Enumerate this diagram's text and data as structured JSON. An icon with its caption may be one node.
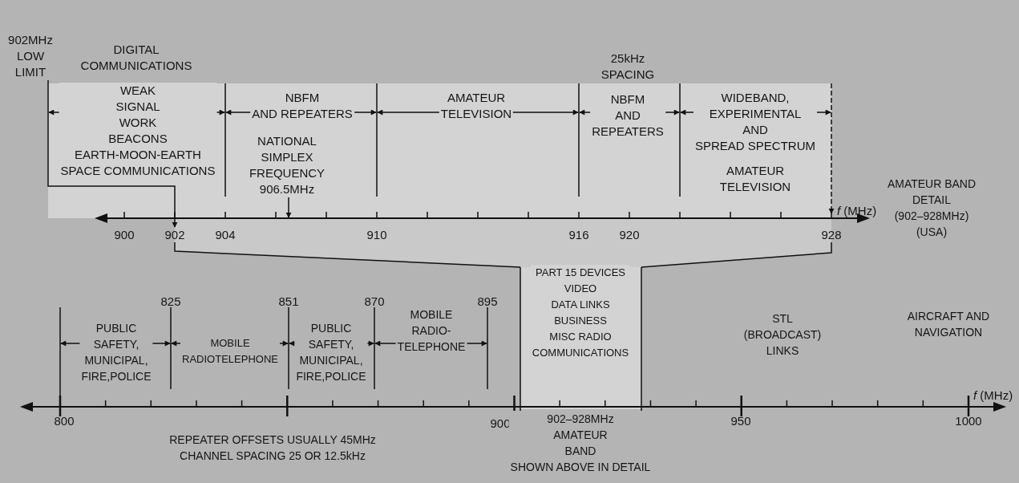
{
  "diagram": {
    "nodes": [
      {
        "text": [
          "902MHz LOW LIMIT"
        ]
      },
      {
        "text": [
          "NATIONAL SIMPLEX FREQUENCY 906.5MHz"
        ]
      },
      {
        "text": [
          "902"
        ]
      },
      {
        "text": [],
        "shape": "line"
      }
    ],
    "edges": [
      {
        "from": 0,
        "to": 2,
        "arrow": "to"
      },
      {
        "from": 1,
        "to": 3,
        "arrow": "to"
      },
      {
        "from": null,
        "to": 3,
        "arrow": "to",
        "style": "dashed"
      }
    ],
    "labels": [
      "DIGITAL COMMUNICATIONS",
      "25kHz SPACING",
      "WEAK SIGNAL WORK BEACONS EARTH-MOON-EARTH SPACE COMMUNICATIONS",
      "NBFM AND REPEATERS",
      "AMATEUR TELEVISION",
      "NBFM AND REPEATERS",
      "WIDEBAND, EXPERIMENTAL AND SPREAD SPECTRUM",
      "AMATEUR TELEVISION",
      "AMATEUR BAND DETAIL (902–928MHz) (USA)",
      "*f* (MHz)",
      "900",
      "904",
      "910",
      "916",
      "920",
      "928",
      "PART 15 DEVICES VIDEO DATA LINKS BUSINESS MISC RADIO COMMUNICATIONS",
      "825",
      "851",
      "870",
      "895",
      "PUBLIC SAFETY, MUNICIPAL, FIRE,POLICE",
      "MOBILE RADIOTELEPHONE",
      "PUBLIC SAFETY, MUNICIPAL, FIRE,POLICE",
      "MOBILE RADIO- TELEPHONE",
      "STL (BROADCAST) LINKS",
      "AIRCRAFT AND NAVIGATION",
      "*f* (MHz)",
      "800",
      "900",
      "950",
      "1000",
      "902–928MHz AMATEUR BAND SHOWN ABOVE IN DETAIL",
      "REPEATER OFFSETS USUALLY 45MHz CHANNEL SPACING 25 OR 12.5kHz"
    ]
  }
}
